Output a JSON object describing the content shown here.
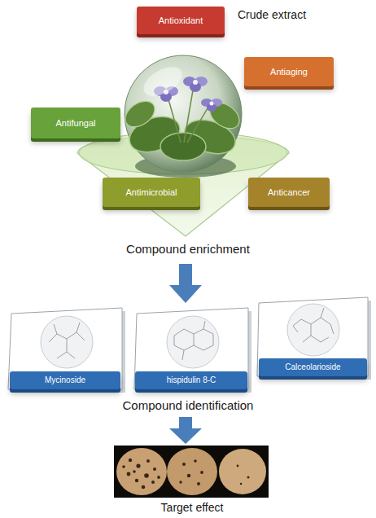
{
  "diagram": {
    "nodes": [
      {
        "text": [
          "Antioxidant"
        ]
      },
      {
        "text": [
          "Antiaging"
        ]
      },
      {
        "text": [
          "Antifungal"
        ]
      },
      {
        "text": [
          "Antimicrobial"
        ]
      },
      {
        "text": [
          "Anticancer"
        ]
      },
      {
        "text": [
          "Mycinoside"
        ]
      },
      {
        "text": [
          "hispidulin 8-C"
        ]
      },
      {
        "text": [
          "Calceolarioside"
        ]
      }
    ],
    "labels": [
      "Crude extract",
      "Compound enrichment",
      "Compound identification",
      "Target effect"
    ]
  }
}
